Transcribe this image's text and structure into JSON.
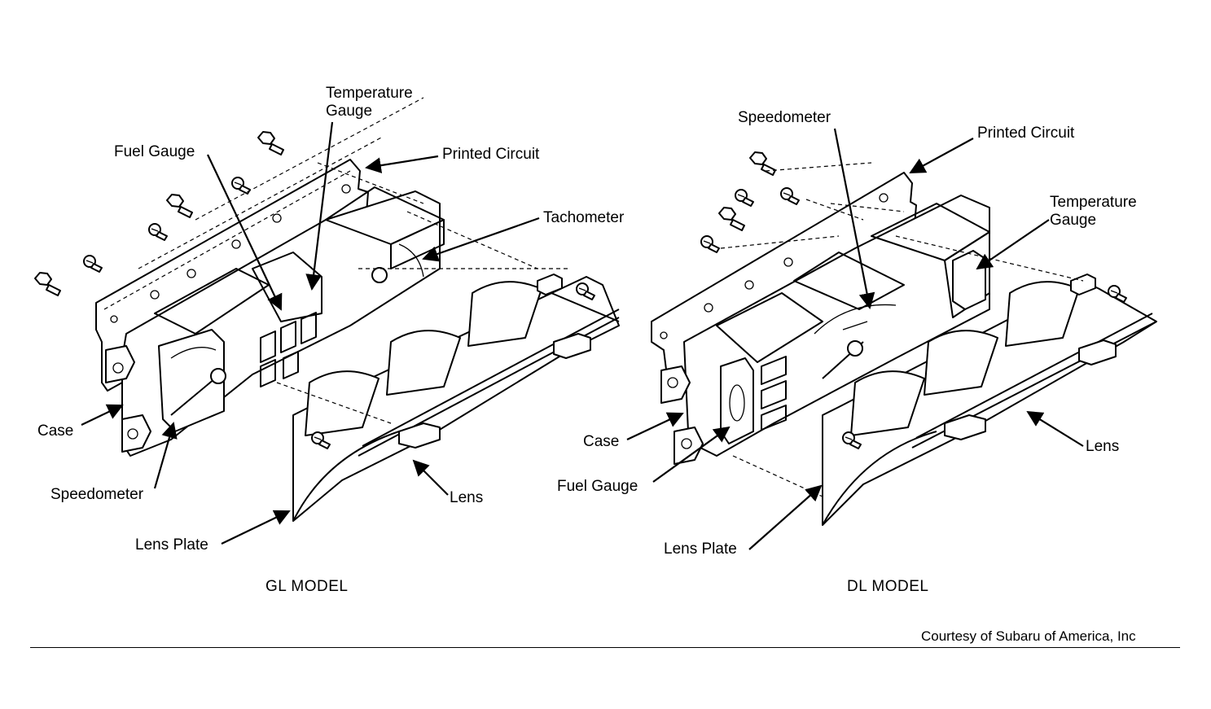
{
  "gl": {
    "caption": "GL MODEL",
    "labels": {
      "temperature_gauge": "Temperature\nGauge",
      "fuel_gauge": "Fuel Gauge",
      "printed_circuit": "Printed Circuit",
      "tachometer": "Tachometer",
      "case": "Case",
      "speedometer": "Speedometer",
      "lens": "Lens",
      "lens_plate": "Lens Plate"
    }
  },
  "dl": {
    "caption": "DL MODEL",
    "labels": {
      "speedometer": "Speedometer",
      "printed_circuit": "Printed Circuit",
      "temperature_gauge": "Temperature\nGauge",
      "case": "Case",
      "fuel_gauge": "Fuel Gauge",
      "lens": "Lens",
      "lens_plate": "Lens Plate"
    }
  },
  "credit": "Courtesy of Subaru of America, Inc"
}
